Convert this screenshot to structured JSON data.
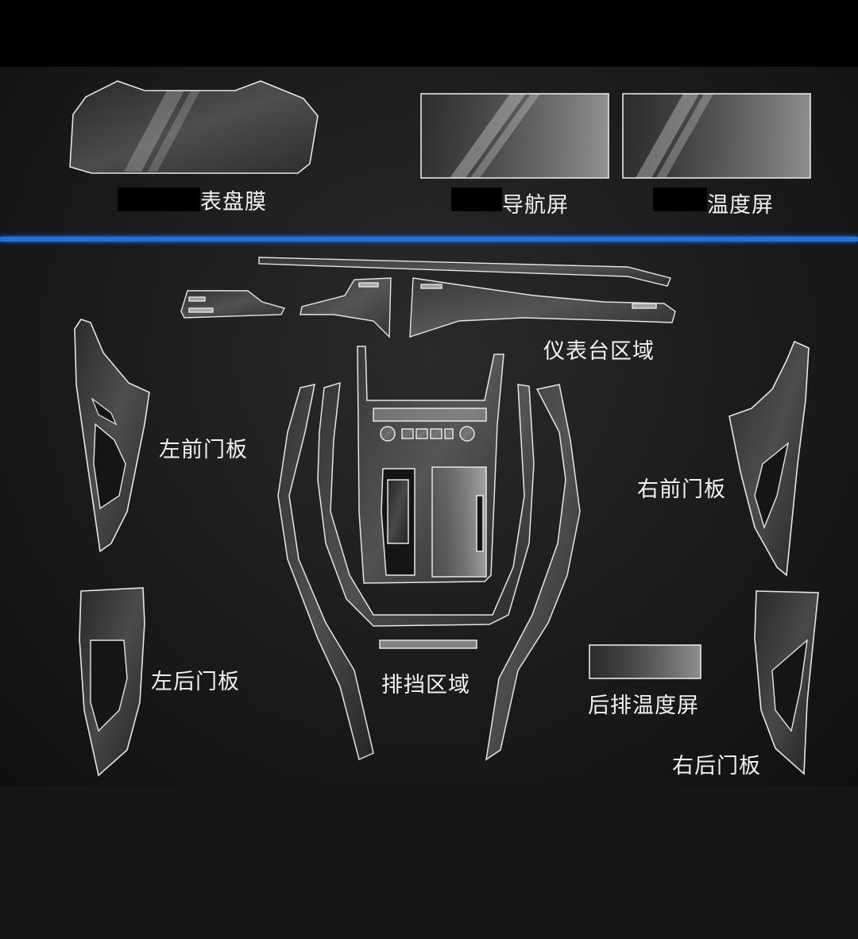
{
  "labels": {
    "dashboard_film": "表盘膜",
    "navigation_screen": "导航屏",
    "temperature_screen": "温度屏",
    "instrument_panel_area": "仪表台区域",
    "left_front_door": "左前门板",
    "right_front_door": "右前门板",
    "left_rear_door": "左后门板",
    "gear_shift_area": "排挡区域",
    "rear_temperature_screen": "后排温度屏",
    "right_rear_door": "右后门板"
  },
  "colors": {
    "divider": "#1f6fe6",
    "film_stroke": "#e6e6e6",
    "background": "#1b1b1b"
  }
}
